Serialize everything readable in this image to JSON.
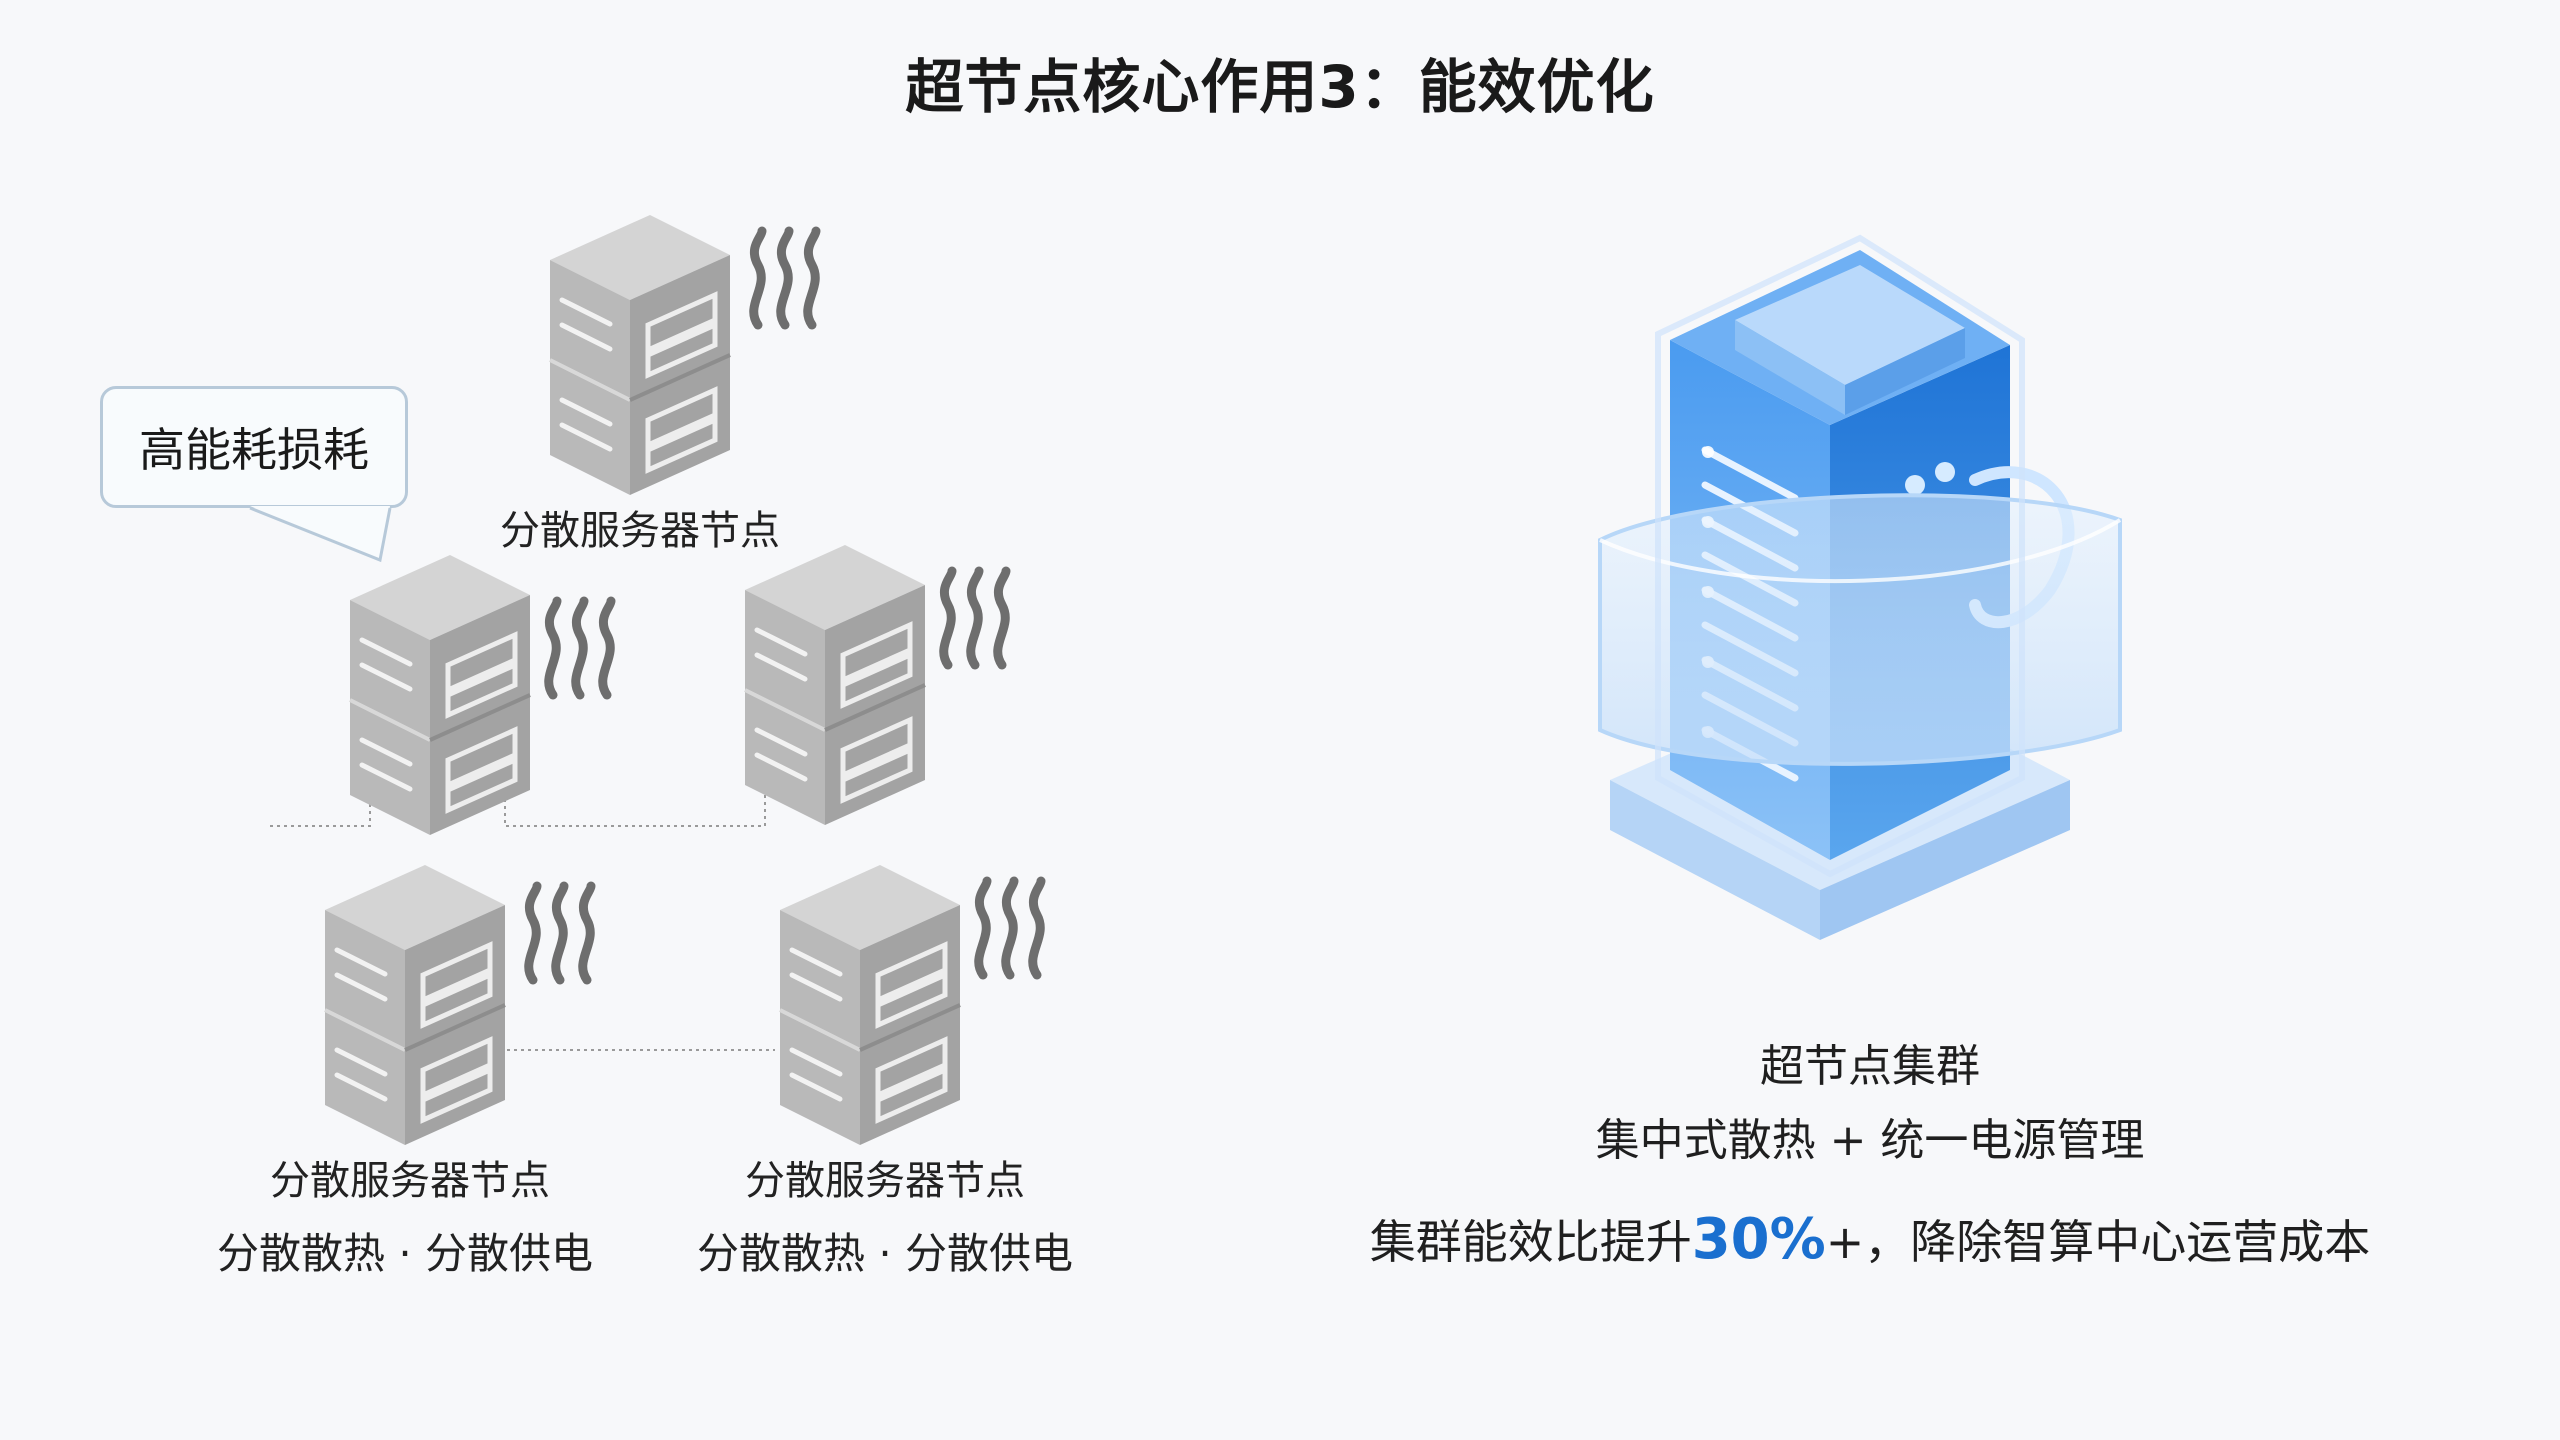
{
  "title": "超节点核心作用3：能效优化",
  "callout": "高能耗损耗",
  "nodes": {
    "top_label": "分散服务器节点",
    "left_label": "分散服务器节点",
    "right_label": "分散服务器节点",
    "left_sub": "分散散热 · 分散供电",
    "right_sub": "分散散热 · 分散供电"
  },
  "cluster": {
    "name": "超节点集群",
    "features": "集中式散热 + 统一电源管理",
    "result_prefix": "集群能效比提升",
    "result_pct": "30%",
    "result_suffix": "+，降除智算中心运营成本"
  },
  "colors": {
    "server_gray": "#a9a9a9",
    "heat_gray": "#6e6e6e",
    "cluster_blue": "#2f86e6",
    "highlight_blue": "#1a6fcf"
  },
  "icons": [
    "server-icon",
    "heat-wave-icon",
    "speech-bubble",
    "server-cluster-icon"
  ]
}
